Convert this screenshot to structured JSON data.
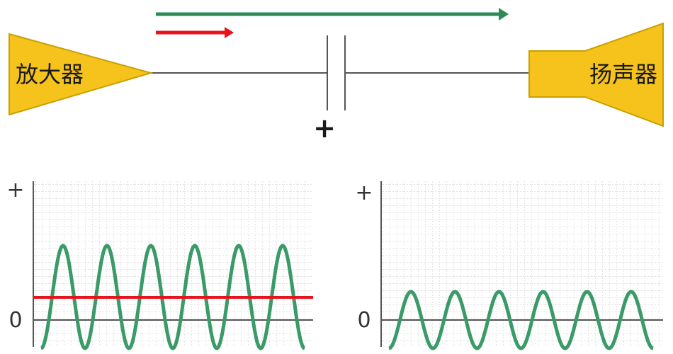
{
  "circuit": {
    "amplifier_label": "放大器",
    "speaker_label": "扬声器",
    "capacitor_polarity": "+",
    "colors": {
      "device_fill": "#f5c31c",
      "device_stroke": "#c9a000",
      "wire": "#555555",
      "ac_arrow": "#2e8b57",
      "dc_arrow": "#e8141c"
    }
  },
  "chart_data": [
    {
      "type": "line",
      "y_axis_labels": {
        "top": "+",
        "zero": "0"
      },
      "series": [
        {
          "values": [
            -0.4,
            1.05,
            -0.4,
            1.05,
            -0.4,
            1.05,
            -0.4,
            1.05,
            -0.4,
            1.05,
            -0.4,
            1.05,
            -0.4
          ],
          "color": "#3a9a68"
        },
        {
          "values": [
            0.32,
            0.32
          ],
          "color": "#e8141c"
        }
      ],
      "ylim": [
        -0.55,
        1.95
      ],
      "grid": true
    },
    {
      "type": "line",
      "y_axis_labels": {
        "top": "+",
        "zero": "0"
      },
      "series": [
        {
          "values": [
            -0.4,
            0.4,
            -0.4,
            0.4,
            -0.4,
            0.4,
            -0.4,
            0.4,
            -0.4,
            0.4,
            -0.4,
            0.4,
            -0.4
          ],
          "color": "#3a9a68"
        }
      ],
      "ylim": [
        -0.55,
        1.95
      ],
      "grid": true
    }
  ]
}
